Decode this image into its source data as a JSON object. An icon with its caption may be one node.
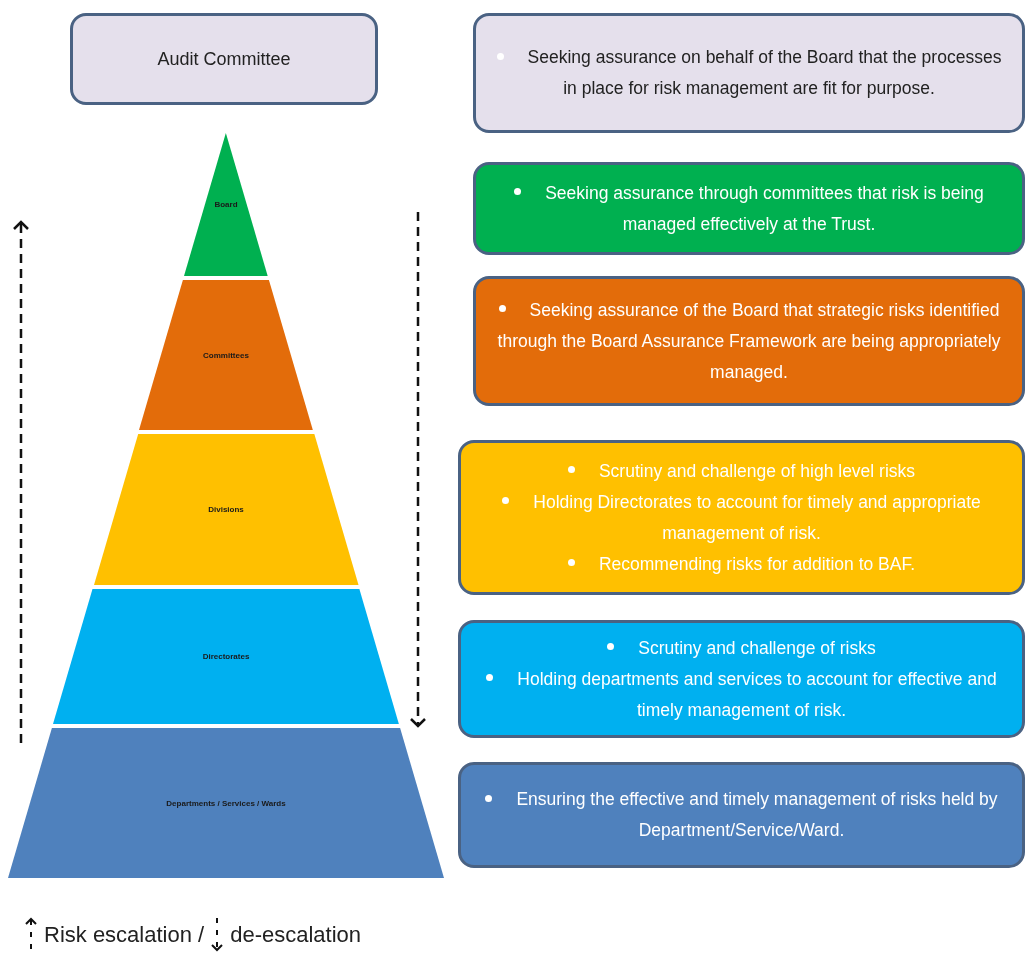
{
  "diagram": {
    "nodes": [
      {
        "text": [
          "Audit Committee"
        ]
      },
      {
        "text": [
          "Board"
        ]
      },
      {
        "text": [
          "Committees"
        ]
      },
      {
        "text": [
          "Divisions"
        ]
      },
      {
        "text": [
          "Directorates"
        ]
      },
      {
        "text": [
          "Departments / Services / Wards"
        ]
      },
      {
        "text": [
          "Seeking assurance on behalf of the Board that the processes in place for risk management are fit for purpose."
        ]
      },
      {
        "text": [
          "Seeking assurance through committees that risk is being managed effectively at the Trust."
        ]
      },
      {
        "text": [
          "Seeking assurance of the Board that strategic risks identified through the Board Assurance Framework are being appropriately managed."
        ]
      },
      {
        "text": [
          "Scrutiny and challenge of high level risks",
          "Holding Directorates to account for timely and appropriate management of risk.",
          "Recommending risks for addition to BAF."
        ]
      },
      {
        "text": [
          "Scrutiny and challenge of risks",
          "Holding departments and services to account for effective and timely management of risk."
        ]
      },
      {
        "text": [
          "Ensuring the effective and timely management of risks held by Department/Service/Ward."
        ]
      }
    ],
    "legend": [
      {
        "text": "Risk escalation /"
      },
      {
        "text": "de-escalation"
      }
    ]
  }
}
